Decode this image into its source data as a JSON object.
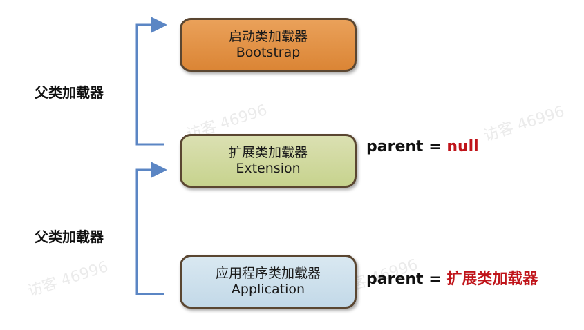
{
  "watermark": "访客 46996",
  "boxes": {
    "bootstrap": {
      "title": "启动类加载器",
      "subtitle": "Bootstrap"
    },
    "extension": {
      "title": "扩展类加载器",
      "subtitle": "Extension"
    },
    "application": {
      "title": "应用程序类加载器",
      "subtitle": "Application"
    }
  },
  "side_labels": {
    "top": "父类加载器",
    "bottom": "父类加载器"
  },
  "parents": {
    "extension": {
      "key": "parent =",
      "value": "null"
    },
    "application": {
      "key": "parent =",
      "value": "扩展类加载器"
    }
  },
  "colors": {
    "bootstrap_fill": "#e4934a",
    "extension_fill": "#d1d99f",
    "application_fill": "#cfe1ec",
    "box_border": "#5a4631",
    "connector": "#5b86c4",
    "parent_value": "#c0141a"
  }
}
